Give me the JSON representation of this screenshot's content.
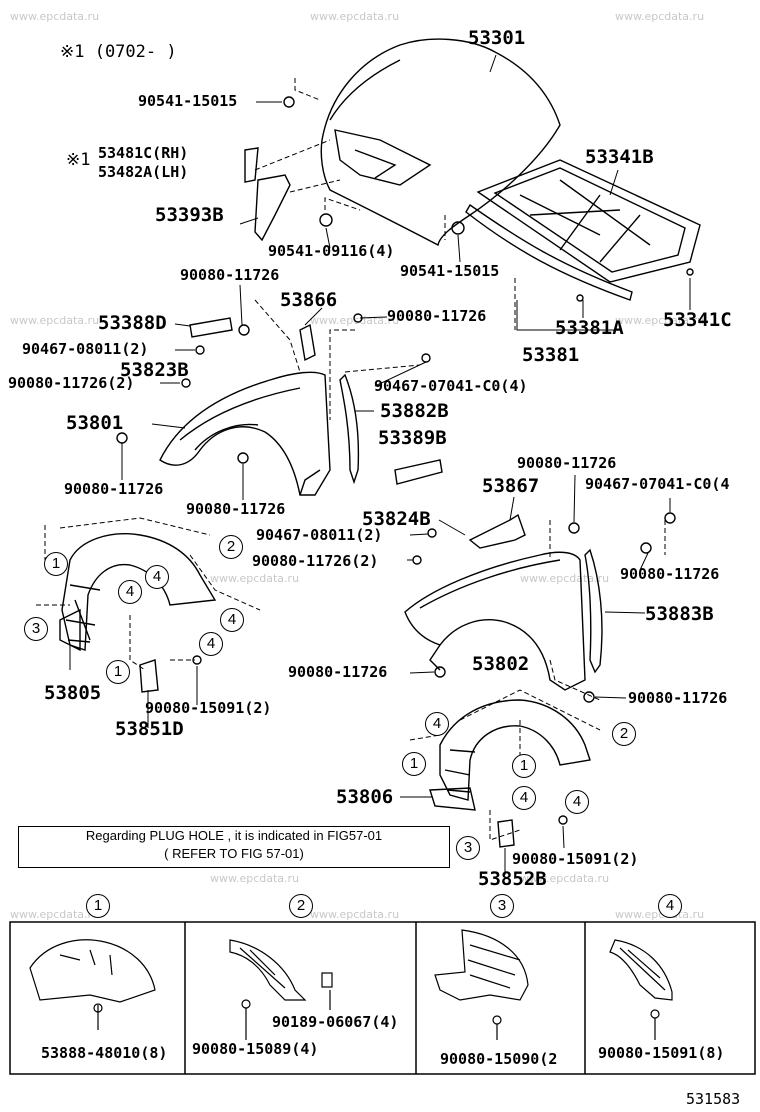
{
  "watermark": "www.epcdata.ru",
  "header_note": "※1 (0702-       )",
  "footnote_marker": "※1",
  "diagram_id": "531583",
  "note": {
    "line1": "Regarding PLUG HOLE , it is indicated in FIG57-01",
    "line2": "( REFER TO FIG 57-01)"
  },
  "parts": {
    "p53301": "53301",
    "p90541_15015_a": "90541-15015",
    "p53481c": "53481C(RH)",
    "p53482a": "53482A(LH)",
    "p53341b": "53341B",
    "p53393b": "53393B",
    "p90541_09116": "90541-09116(4)",
    "p90541_15015_b": "90541-15015",
    "p90080_11726_a": "90080-11726",
    "p53866": "53866",
    "p53388d": "53388D",
    "p90080_11726_b": "90080-11726",
    "p53381a": "53381A",
    "p53341c": "53341C",
    "p90467_08011_a": "90467-08011(2)",
    "p53381": "53381",
    "p53823b": "53823B",
    "p90080_11726_c": "90080-11726(2)",
    "p90467_07041_a": "90467-07041-C0(4)",
    "p53801": "53801",
    "p53882b": "53882B",
    "p53389b": "53389B",
    "p90080_11726_d": "90080-11726",
    "p90080_11726_e": "90080-11726",
    "p90080_11726_f": "90080-11726",
    "p53867": "53867",
    "p90467_07041_b": "90467-07041-C0(4",
    "p53824b": "53824B",
    "p90467_08011_b": "90467-08011(2)",
    "p90080_11726_g": "90080-11726(2)",
    "p90080_11726_h": "90080-11726",
    "p53883b": "53883B",
    "p53805": "53805",
    "p90080_11726_i": "90080-11726",
    "p53802": "53802",
    "p90080_15091_a": "90080-15091(2)",
    "p90080_11726_j": "90080-11726",
    "p53851d": "53851D",
    "p53806": "53806",
    "p90080_15091_b": "90080-15091(2)",
    "p53852b": "53852B"
  },
  "callouts": [
    "1",
    "2",
    "3",
    "4"
  ],
  "panels": [
    {
      "num": "1",
      "parts": [
        "53888-48010(8)"
      ]
    },
    {
      "num": "2",
      "parts": [
        "90189-06067(4)",
        "90080-15089(4)"
      ]
    },
    {
      "num": "3",
      "parts": [
        "90080-15090(2"
      ]
    },
    {
      "num": "4",
      "parts": [
        "90080-15091(8)"
      ]
    }
  ]
}
